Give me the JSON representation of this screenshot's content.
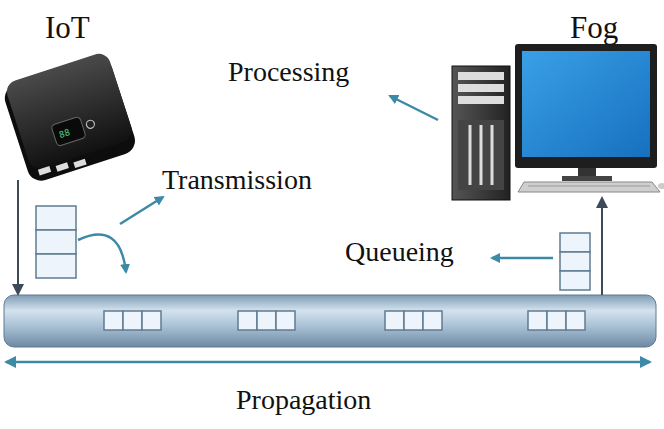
{
  "diagram": {
    "nodes": [
      {
        "text": [
          "IoT"
        ]
      },
      {
        "text": [
          "Fog"
        ]
      }
    ],
    "labels": [
      "Processing",
      "Transmission",
      "Queueing",
      "Propagation"
    ]
  }
}
